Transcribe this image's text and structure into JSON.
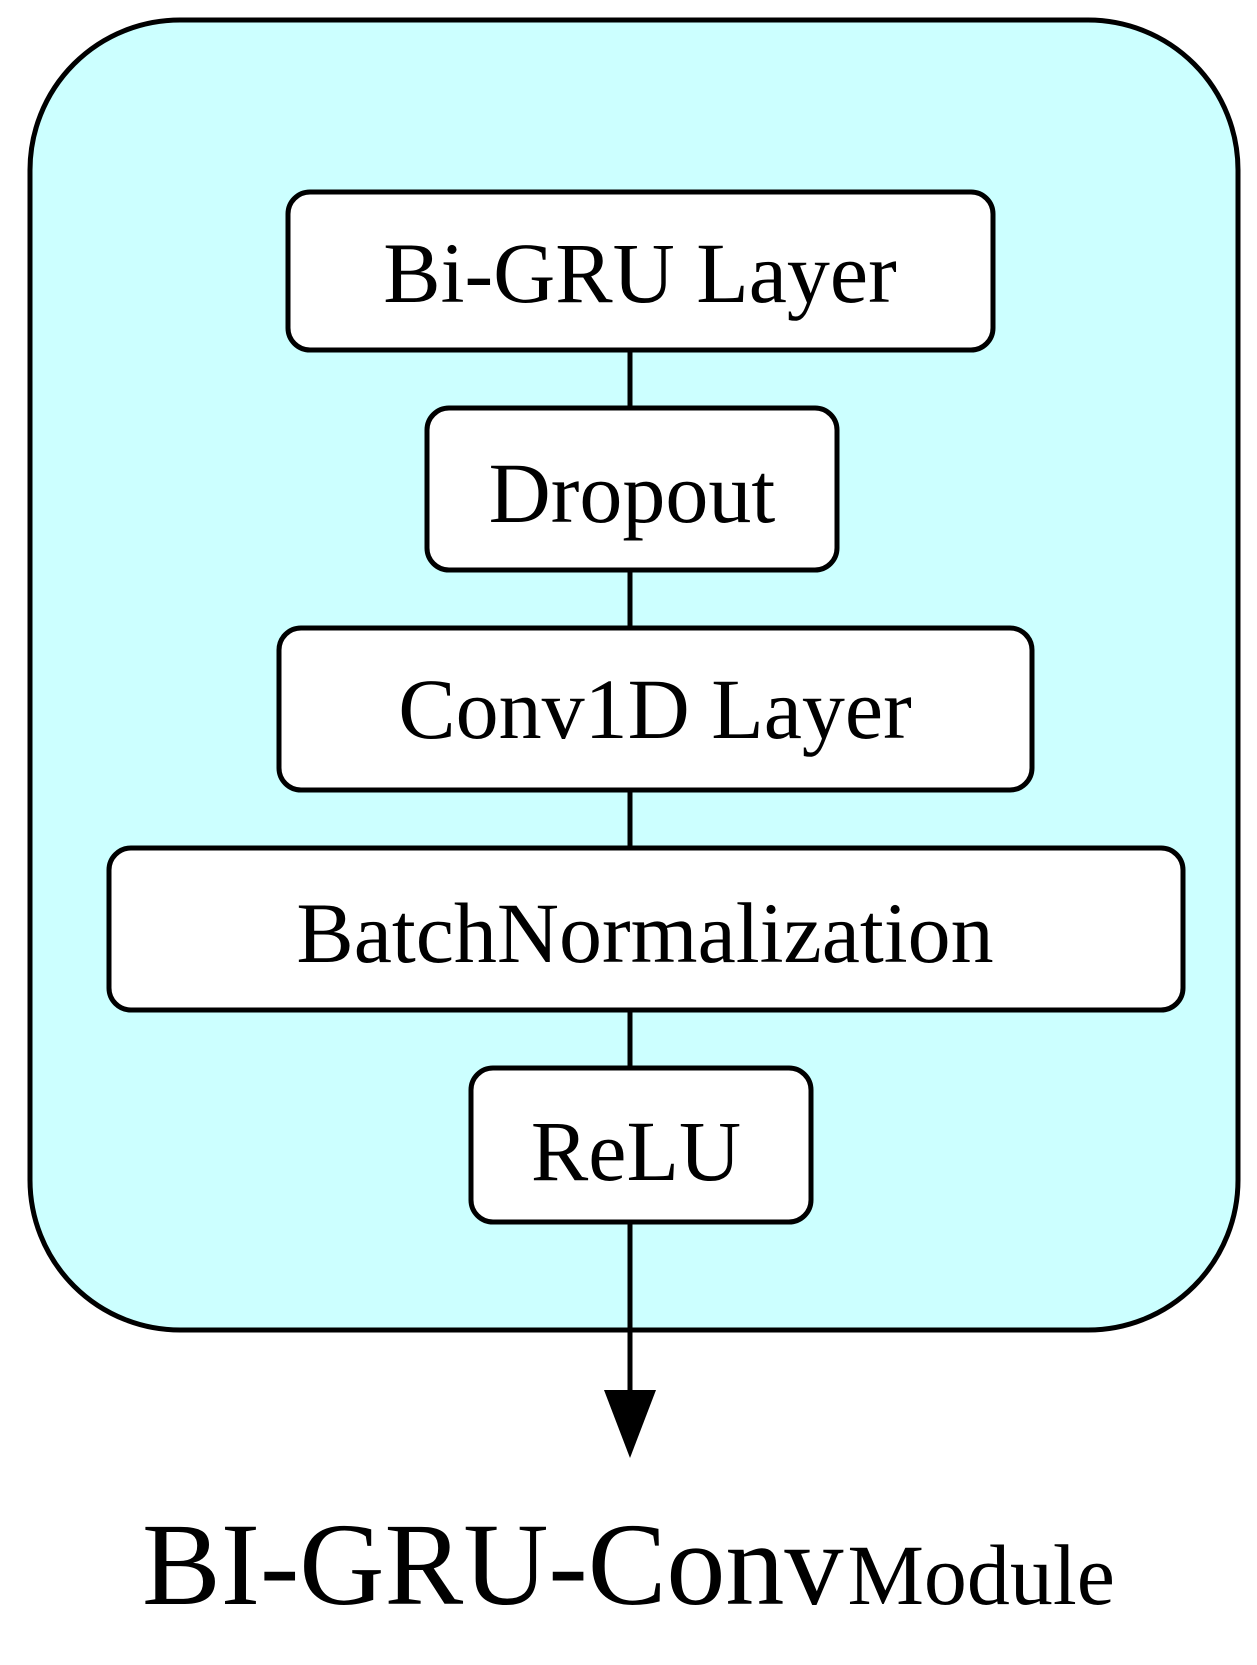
{
  "colors": {
    "container_fill": "#ccffff",
    "box_fill": "#ffffff",
    "stroke": "#000000"
  },
  "layers": [
    {
      "label": "Bi-GRU Layer"
    },
    {
      "label": "Dropout"
    },
    {
      "label": "Conv1D Layer"
    },
    {
      "label": "BatchNormalization"
    },
    {
      "label": "ReLU"
    }
  ],
  "module_title": {
    "main": "BI-GRU-Conv",
    "sub": "Module"
  }
}
